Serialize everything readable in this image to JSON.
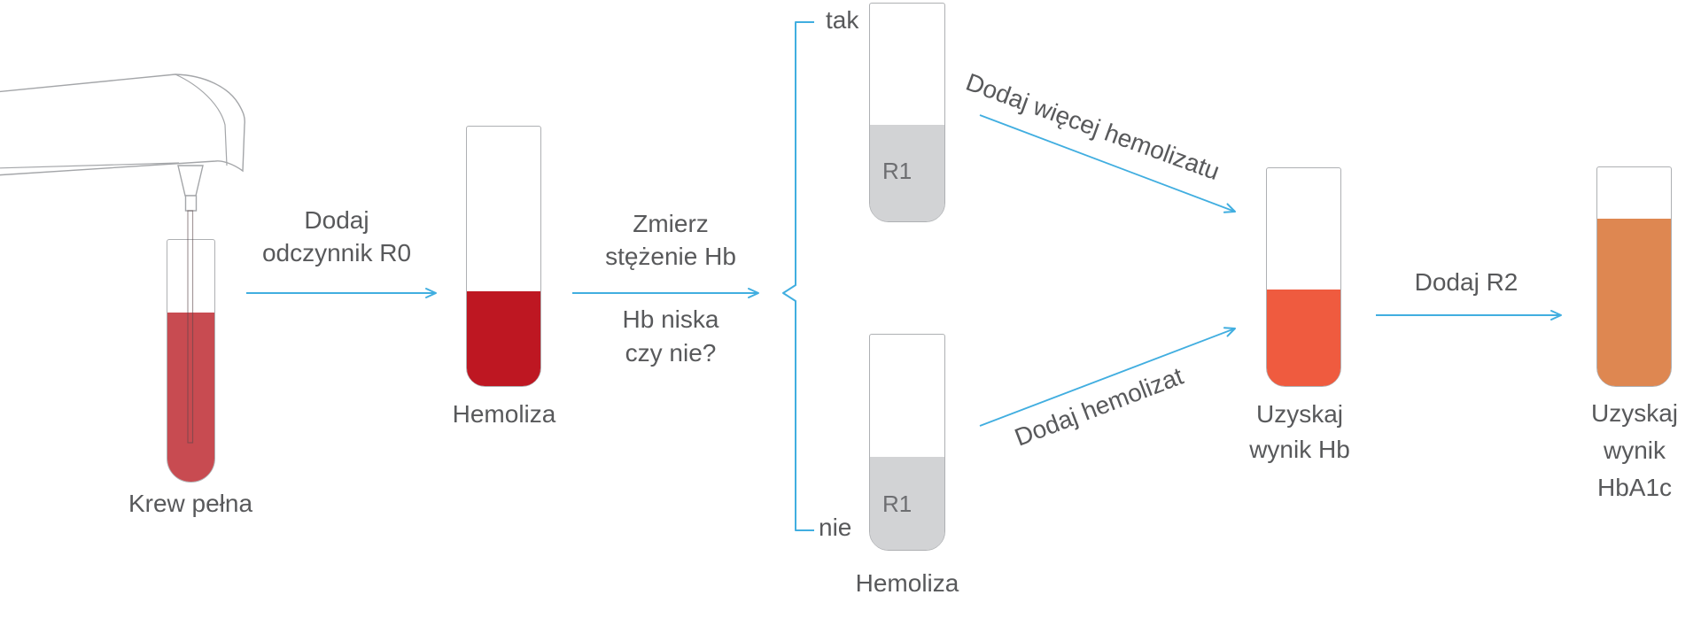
{
  "diagram": {
    "colors": {
      "arrow_blue": "#41AEE0",
      "text_gray": "#58595B",
      "tube_border_gray": "#AEB0B3",
      "whole_blood_red": "#C84B51",
      "hemolysate_dark_red": "#BE1722",
      "reagent_r1_gray": "#D2D3D5",
      "hb_result_red_orange": "#EF5B3F",
      "hba1c_result_orange": "#DE8751"
    },
    "nodes": {
      "whole_blood": {
        "label": "Krew pełna"
      },
      "hemolysate": {
        "label": "Hemoliza"
      },
      "r1_top": {
        "liquid_label": "R1"
      },
      "r1_bottom": {
        "liquid_label": "R1",
        "label": "Hemoliza"
      },
      "hb_result": {
        "label_line1": "Uzyskaj",
        "label_line2": "wynik Hb"
      },
      "hba1c_result": {
        "label_line1": "Uzyskaj",
        "label_line2": "wynik",
        "label_line3": "HbA1c"
      }
    },
    "edges": {
      "add_r0": {
        "label_line1": "Dodaj",
        "label_line2": "odczynnik R0"
      },
      "measure_hb": {
        "label_line1": "Zmierz",
        "label_line2": "stężenie Hb",
        "question_line1": "Hb niska",
        "question_line2": "czy nie?"
      },
      "decision": {
        "yes_label": "tak",
        "no_label": "nie"
      },
      "add_more_hemolysate": {
        "label": "Dodaj więcej hemolizatu"
      },
      "add_hemolysate": {
        "label": "Dodaj hemolizat"
      },
      "add_r2": {
        "label": "Dodaj R2"
      }
    }
  }
}
